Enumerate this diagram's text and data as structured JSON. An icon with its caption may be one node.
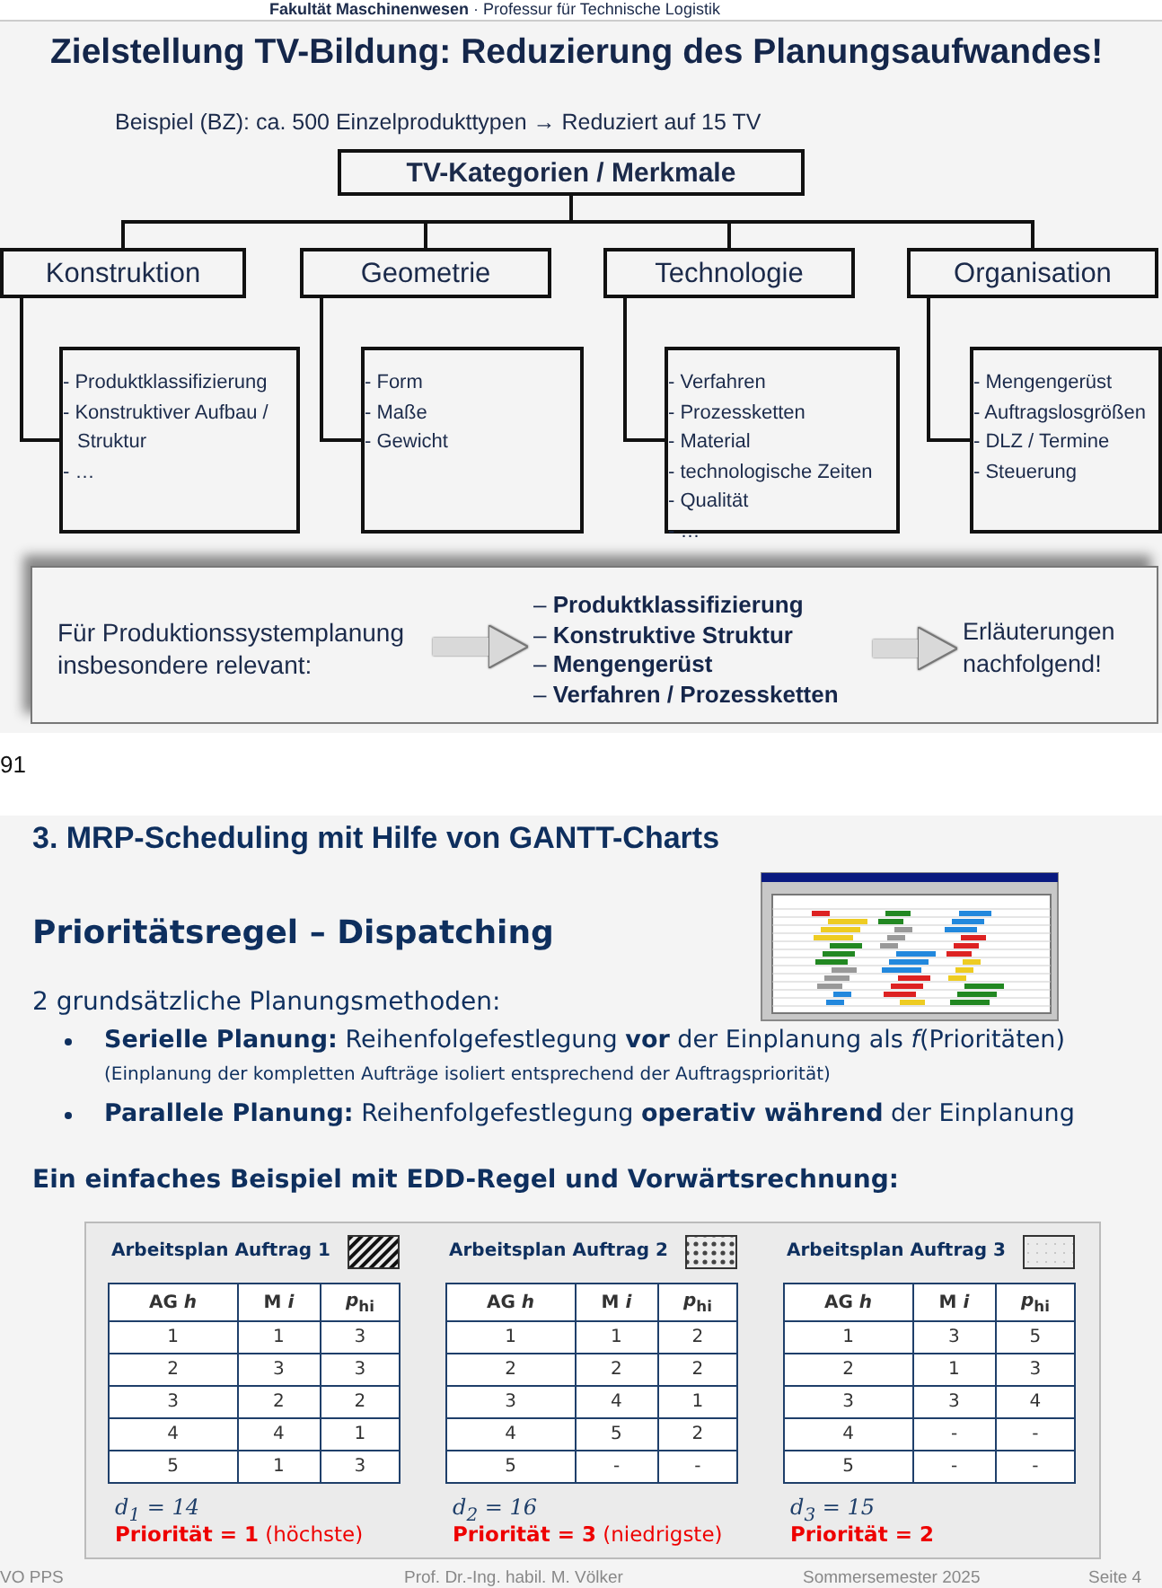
{
  "diagram": {
    "title": "Zielstellung TV-Bildung: Reduzierung des Planungsaufwandes!",
    "nodes": [
      {
        "text": [
          "TV-Kategorien / Merkmale"
        ]
      },
      {
        "text": [
          "Konstruktion"
        ]
      },
      {
        "text": [
          "Geometrie"
        ]
      },
      {
        "text": [
          "Technologie"
        ]
      },
      {
        "text": [
          "Organisation"
        ]
      },
      {
        "text": [
          "- Produktklassifizierung",
          "- Konstruktiver Aufbau / Struktur",
          "- …"
        ]
      },
      {
        "text": [
          "- Form",
          "- Maße",
          "- Gewicht"
        ]
      },
      {
        "text": [
          "- Verfahren",
          "- Prozessketten",
          "- Material",
          "- technologische Zeiten",
          "- Qualität",
          "- …"
        ]
      },
      {
        "text": [
          "- Mengengerüst",
          "- Auftragslosgrößen",
          "- DLZ / Termine",
          "- Steuerung"
        ]
      },
      {
        "text": [],
        "shape": "box"
      },
      {
        "text": [
          "Für Produktionssystemplanung insbesondere relevant:"
        ],
        "in": 9
      },
      {
        "text": [
          "– **Produktklassifizierung**",
          "– **Konstruktive Struktur**",
          "– **Mengengerüst**",
          "– **Verfahren / Prozessketten**"
        ],
        "in": 9
      },
      {
        "text": [
          "Erläuterungen nachfolgend!"
        ],
        "in": 9
      }
    ],
    "edges": [
      {
        "from": 0,
        "to": 1,
        "arrow": "none"
      },
      {
        "from": 0,
        "to": 2,
        "arrow": "none"
      },
      {
        "from": 0,
        "to": 3,
        "arrow": "none"
      },
      {
        "from": 0,
        "to": 4,
        "arrow": "none"
      },
      {
        "from": 1,
        "to": 5,
        "arrow": "none"
      },
      {
        "from": 2,
        "to": 6,
        "arrow": "none"
      },
      {
        "from": 3,
        "to": 7,
        "arrow": "none"
      },
      {
        "from": 4,
        "to": 8,
        "arrow": "none"
      },
      {
        "from": 10,
        "to": 11,
        "arrow": "to",
        "style": "thick",
        "color": "#d9d9d9"
      },
      {
        "from": 11,
        "to": 12,
        "arrow": "to",
        "style": "thick",
        "color": "#d9d9d9"
      }
    ],
    "labels": [
      "**Fakultät Maschinenwesen** · Professur für Technische Logistik",
      "Beispiel (BZ): ca. 500 Einzelprodukttypen → Reduziert auf 15 TV",
      "91",
      "3. MRP-Scheduling mit Hilfe von GANTT-Charts",
      "Prioritätsregel – Dispatching",
      "2 grundsätzliche Planungsmethoden:",
      "**Serielle Planung:** Reihenfolgefestlegung **vor** der Einplanung als *f*(Prioritäten)",
      "(Einplanung der kompletten Aufträge isoliert entsprechend der Auftragspriorität)",
      "**Parallele Planung:** Reihenfolgefestlegung **operativ während** der Einplanung",
      "Ein einfaches Beispiel mit EDD-Regel und Vorwärtsrechnung:",
      "Arbeitsplan Auftrag 1",
      "AG *h*",
      "M *i*",
      "*p*$_{hi}$",
      "1",
      "1",
      "3",
      "2",
      "3",
      "3",
      "3",
      "2",
      "2",
      "4",
      "4",
      "1",
      "5",
      "1",
      "3",
      "*d*$_{1}$ = 14",
      "**Priorität = 1** (höchste)",
      "Arbeitsplan Auftrag 2",
      "AG *h*",
      "M *i*",
      "*p*$_{hi}$",
      "1",
      "1",
      "2",
      "2",
      "2",
      "2",
      "3",
      "4",
      "1",
      "4",
      "5",
      "2",
      "5",
      "-",
      "-",
      "*d*$_{2}$ = 16",
      "**Priorität = 3** (niedrigste)",
      "Arbeitsplan Auftrag 3",
      "AG *h*",
      "M *i*",
      "*p*$_{hi}$",
      "1",
      "3",
      "5",
      "2",
      "1",
      "3",
      "3",
      "3",
      "4",
      "4",
      "-",
      "-",
      "5",
      "-",
      "-",
      "*d*$_{3}$ = 15",
      "**Priorität = 2**",
      "VO PPS",
      "Prof. Dr.-Ing. habil. M. Völker",
      "Sommersemester 2025",
      "Seite 4"
    ]
  }
}
